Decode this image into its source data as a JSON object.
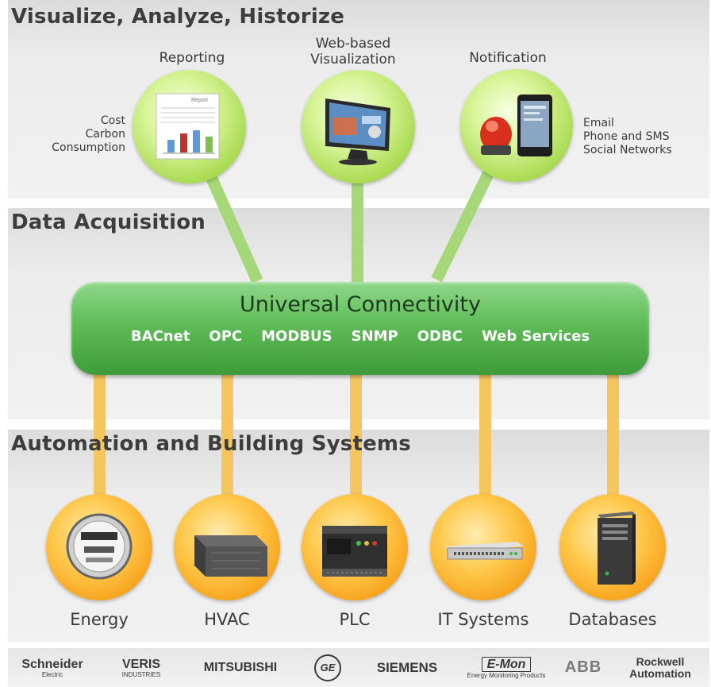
{
  "sections": {
    "top": "Visualize, Analyze, Historize",
    "middle": "Data Acquisition",
    "bottom": "Automation and Building Systems"
  },
  "top_nodes": [
    {
      "label_lines": [
        "Reporting"
      ],
      "icon": "report-icon"
    },
    {
      "label_lines": [
        "Web-based",
        "Visualization"
      ],
      "icon": "monitor-icon"
    },
    {
      "label_lines": [
        "Notification"
      ],
      "icon": "alarm-phone-icon"
    }
  ],
  "report_icon_text": "Report",
  "side_notes": {
    "left": [
      "Cost",
      "Carbon",
      "Consumption"
    ],
    "right": [
      "Email",
      "Phone and SMS",
      "Social Networks"
    ]
  },
  "hub": {
    "title": "Universal Connectivity",
    "protocols": [
      "BACnet",
      "OPC",
      "MODBUS",
      "SNMP",
      "ODBC",
      "Web Services"
    ]
  },
  "bottom_nodes": [
    {
      "label": "Energy",
      "icon": "energy-meter-icon"
    },
    {
      "label": "HVAC",
      "icon": "hvac-unit-icon"
    },
    {
      "label": "PLC",
      "icon": "plc-icon"
    },
    {
      "label": "IT Systems",
      "icon": "network-switch-icon"
    },
    {
      "label": "Databases",
      "icon": "server-icon"
    }
  ],
  "logos": [
    {
      "name": "Schneider",
      "sub": "Electric"
    },
    {
      "name": "VERIS",
      "sub": "INDUSTRIES"
    },
    {
      "name": "MITSUBISHI",
      "sub": ""
    },
    {
      "name": "GE",
      "sub": ""
    },
    {
      "name": "SIEMENS",
      "sub": ""
    },
    {
      "name": "E-Mon",
      "sub": "Energy Monitoring Products"
    },
    {
      "name": "ABB",
      "sub": ""
    },
    {
      "name": "Rockwell",
      "sub": "Automation"
    }
  ],
  "colors": {
    "top_connector": "#a6d87a",
    "bottom_connector": "#f5c560",
    "hub_green": "#4fae48",
    "top_circle": "#b9e466",
    "bottom_circle": "#f7a11a"
  }
}
